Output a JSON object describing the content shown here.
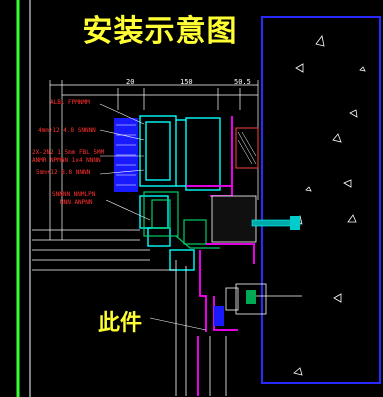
{
  "title": "安装示意图",
  "part_label": "此件",
  "dimensions": {
    "left": "20",
    "middle": "150",
    "right": "50.5"
  },
  "notes_left": [
    "ALBL FPMNMM",
    "4mm+12 4.8 SNNNN",
    "2X-2N2 1 5mm FBL 5MM",
    "ANMR NPMNN 1x4  NNNN",
    "5mm+12 8.8 NNNN"
  ],
  "notes_lower": [
    "SNNNN NNMLPN",
    "NNN ANPNN"
  ],
  "colors": {
    "background": "#000000",
    "title": "#ffff33",
    "wall": "#2222ff",
    "profile": "#00ffff",
    "gasket": "#ff00ff",
    "glass": "#00aa55",
    "rail": "#33ff33"
  }
}
